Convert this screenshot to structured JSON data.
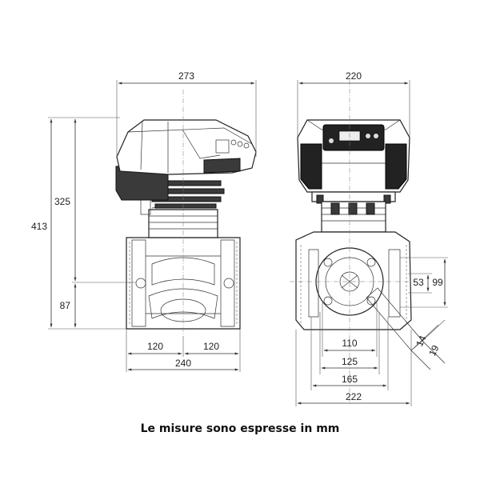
{
  "caption": "Le misure sono espresse in mm",
  "dimensions": {
    "front_total_width": "273",
    "side_total_width": "220",
    "total_height": "413",
    "height_motor": "325",
    "height_axis": "87",
    "half_width_left": "120",
    "half_width_right": "120",
    "flange_total": "240",
    "flange_110": "110",
    "flange_125": "125",
    "flange_165": "165",
    "side_base": "222",
    "hole_53": "53",
    "hole_99": "99",
    "angle_14": "14",
    "angle_19": "19"
  }
}
